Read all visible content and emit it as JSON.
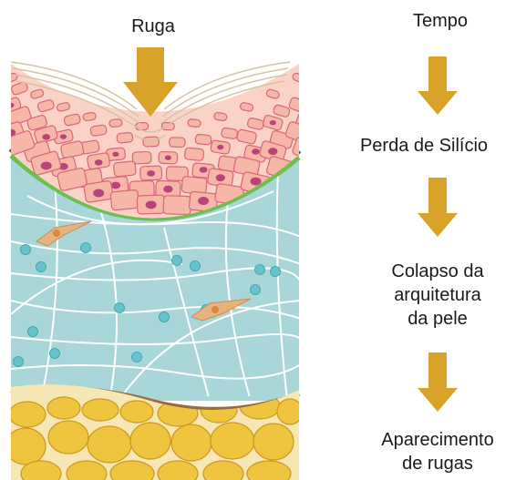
{
  "illustration": {
    "title": "Ruga",
    "colors": {
      "arrow": "#d9a32a",
      "epidermis_fill": "#f6b7a6",
      "epidermis_stroke": "#d9657a",
      "nucleus": "#b8447a",
      "membrane_dark": "#2e6e3b",
      "membrane_light": "#6ebf4e",
      "dermis": "#a8d6d9",
      "fibers": "#ffffff",
      "dots": "#66c3cd",
      "fibroblast": "#e8b27d",
      "border": "#9a6a3a",
      "fat": "#efc43e",
      "fat_stroke": "#c99a1c"
    }
  },
  "flow": {
    "title": "Tempo",
    "steps": [
      "Perda de Silício",
      "Colapso da\narquitetura\nda pele",
      "Aparecimento\nde rugas"
    ]
  }
}
